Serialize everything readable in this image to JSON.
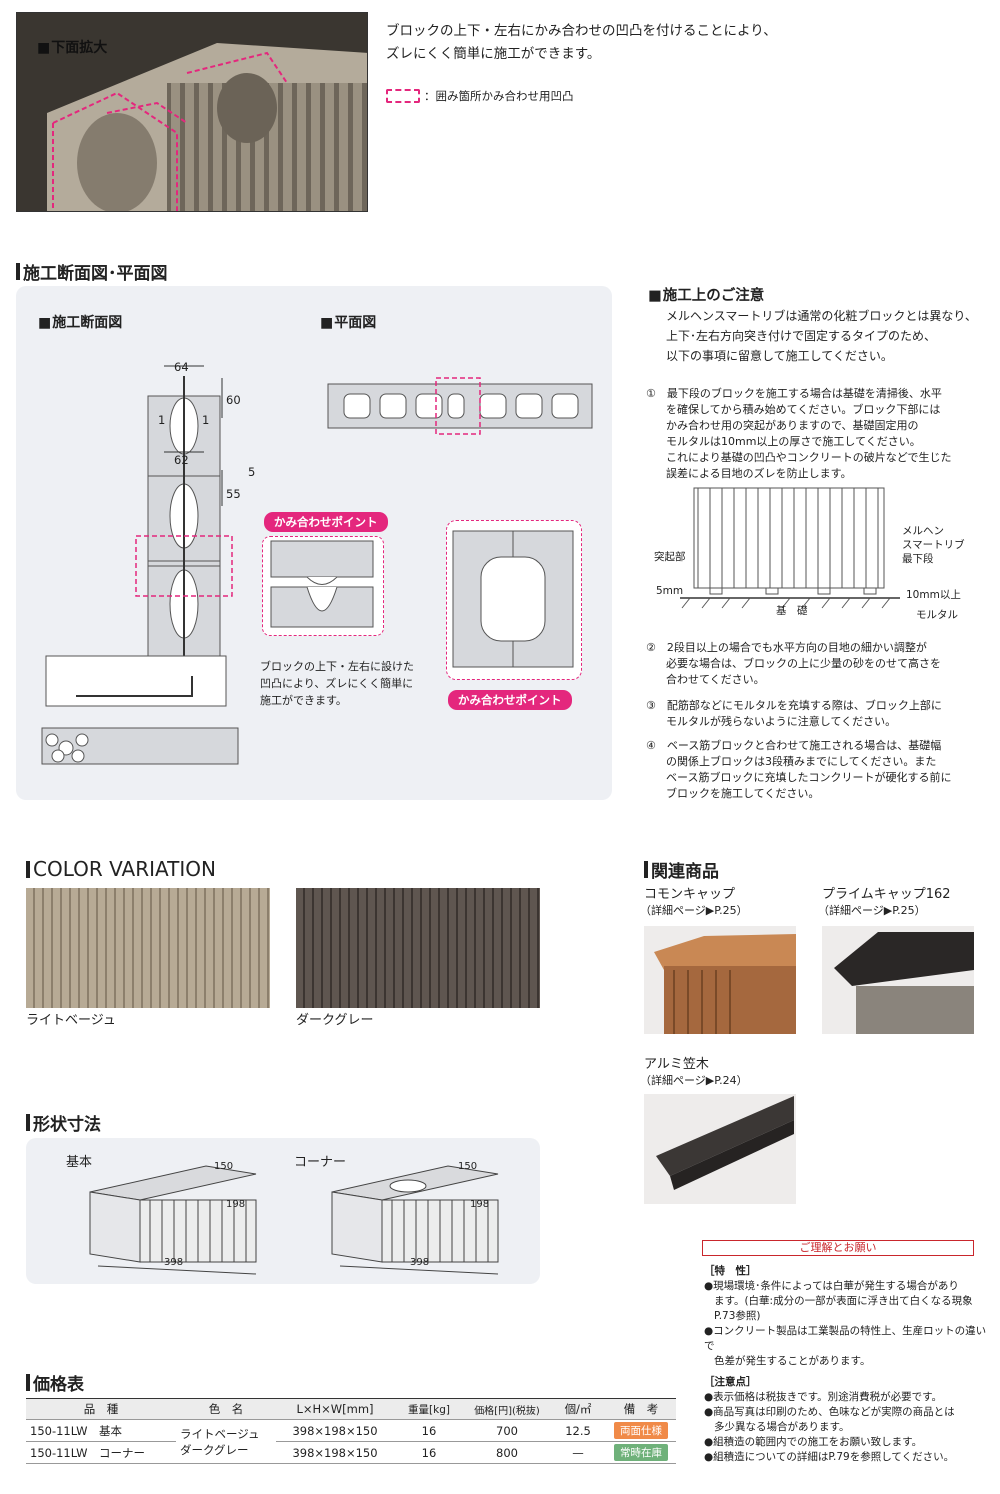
{
  "top": {
    "photo_label": "下面拡大",
    "desc_line1": "ブロックの上下・左右にかみ合わせの凹凸を付けることにより、",
    "desc_line2": "ズレにくく簡単に施工ができます。",
    "legend": "：囲み箇所かみ合わせ用凹凸"
  },
  "section1": {
    "title": "施工断面図･平面図",
    "cross_title": "施工断面図",
    "plan_title": "平面図",
    "dims": [
      "64",
      "60",
      "1",
      "1",
      "62",
      "5",
      "55"
    ],
    "badge1": "かみ合わせポイント",
    "badge2": "かみ合わせポイント",
    "caption_line1": "ブロックの上下・左右に設けた",
    "caption_line2": "凹凸により、ズレにくく簡単に",
    "caption_line3": "施工ができます。"
  },
  "cautions": {
    "title": "施工上のご注意",
    "intro": [
      "メルヘンスマートリブは通常の化粧ブロックとは異なり、",
      "上下･左右方向突き付けで固定するタイプのため、",
      "以下の事項に留意して施工してください。"
    ],
    "item1": [
      "①　最下段のブロックを施工する場合は基礎を清掃後、水平",
      "を確保してから積み始めてください。ブロック下部には",
      "かみ合わせ用の突起がありますので、基礎固定用の",
      "モルタルは10mm以上の厚さで施工してください。",
      "これにより基礎の凹凸やコンクリートの破片などで生じた",
      "誤差による目地のズレを防止します。"
    ],
    "diagram": {
      "label_top1": "メルヘン",
      "label_top2": "スマートリブ",
      "label_top3": "最下段",
      "protrusion": "突起部",
      "mm5": "5mm",
      "mm10": "10mm以上",
      "base": "基　礎",
      "mortar": "モルタル"
    },
    "item2": [
      "②　2段目以上の場合でも水平方向の目地の細かい調整が",
      "必要な場合は、ブロックの上に少量の砂をのせて高さを",
      "合わせてください。"
    ],
    "item3": [
      "③　配筋部などにモルタルを充填する際は、ブロック上部に",
      "モルタルが残らないように注意してください。"
    ],
    "item4": [
      "④　ベース筋ブロックと合わせて施工される場合は、基礎幅",
      "の関係上ブロックは3段積みまでにしてください。また",
      "ベース筋ブロックに充填したコンクリートが硬化する前に",
      "ブロックを施工してください。"
    ]
  },
  "colors": {
    "title": "COLOR VARIATION",
    "items": [
      {
        "label": "ライトベージュ",
        "color": "#a89a86"
      },
      {
        "label": "ダークグレー",
        "color": "#574e48"
      }
    ]
  },
  "related": {
    "title": "関連商品",
    "items": [
      {
        "name": "コモンキャップ",
        "detail": "（詳細ページ▶P.25）"
      },
      {
        "name": "プライムキャップ162",
        "detail": "（詳細ページ▶P.25）"
      },
      {
        "name": "アルミ笠木",
        "detail": "（詳細ページ▶P.24）"
      }
    ]
  },
  "shape": {
    "title": "形状寸法",
    "basic": "基本",
    "corner": "コーナー",
    "d150a": "150",
    "d198a": "198",
    "d398a": "398",
    "d150b": "150",
    "d198b": "198",
    "d398b": "398"
  },
  "price": {
    "title": "価格表",
    "headers": [
      "品　種",
      "色　名",
      "L×H×W[mm]",
      "重量[kg]",
      "価格[円](税抜)",
      "個/㎡",
      "備　考"
    ],
    "rows": [
      {
        "code": "150-11LW　基本",
        "color": "ライトベージュ",
        "size": "398×198×150",
        "weight": "16",
        "price": "700",
        "per": "12.5",
        "note": "両面仕様"
      },
      {
        "code": "150-11LW　コーナー",
        "color": "ダークグレー",
        "size": "398×198×150",
        "weight": "16",
        "price": "800",
        "per": "—",
        "note": "常時在庫"
      }
    ]
  },
  "notice": {
    "title": "ご理解とお願い",
    "feature_title": "［特　性］",
    "features": [
      "●現場環境･条件によっては白華が発生する場合があり",
      "ます。(白華:成分の一部が表面に浮き出て白くなる現象",
      "P.73参照)",
      "●コンクリート製品は工業製品の特性上、生産ロットの違いで",
      "色差が発生することがあります。"
    ],
    "points_title": "［注意点］",
    "points": [
      "●表示価格は税抜きです。別途消費税が必要です。",
      "●商品写真は印刷のため、色味などが実際の商品とは",
      "多少異なる場合があります。",
      "●組積造の範囲内での施工をお願い致します。",
      "●組積造についての詳細はP.79を参照してください。"
    ]
  }
}
